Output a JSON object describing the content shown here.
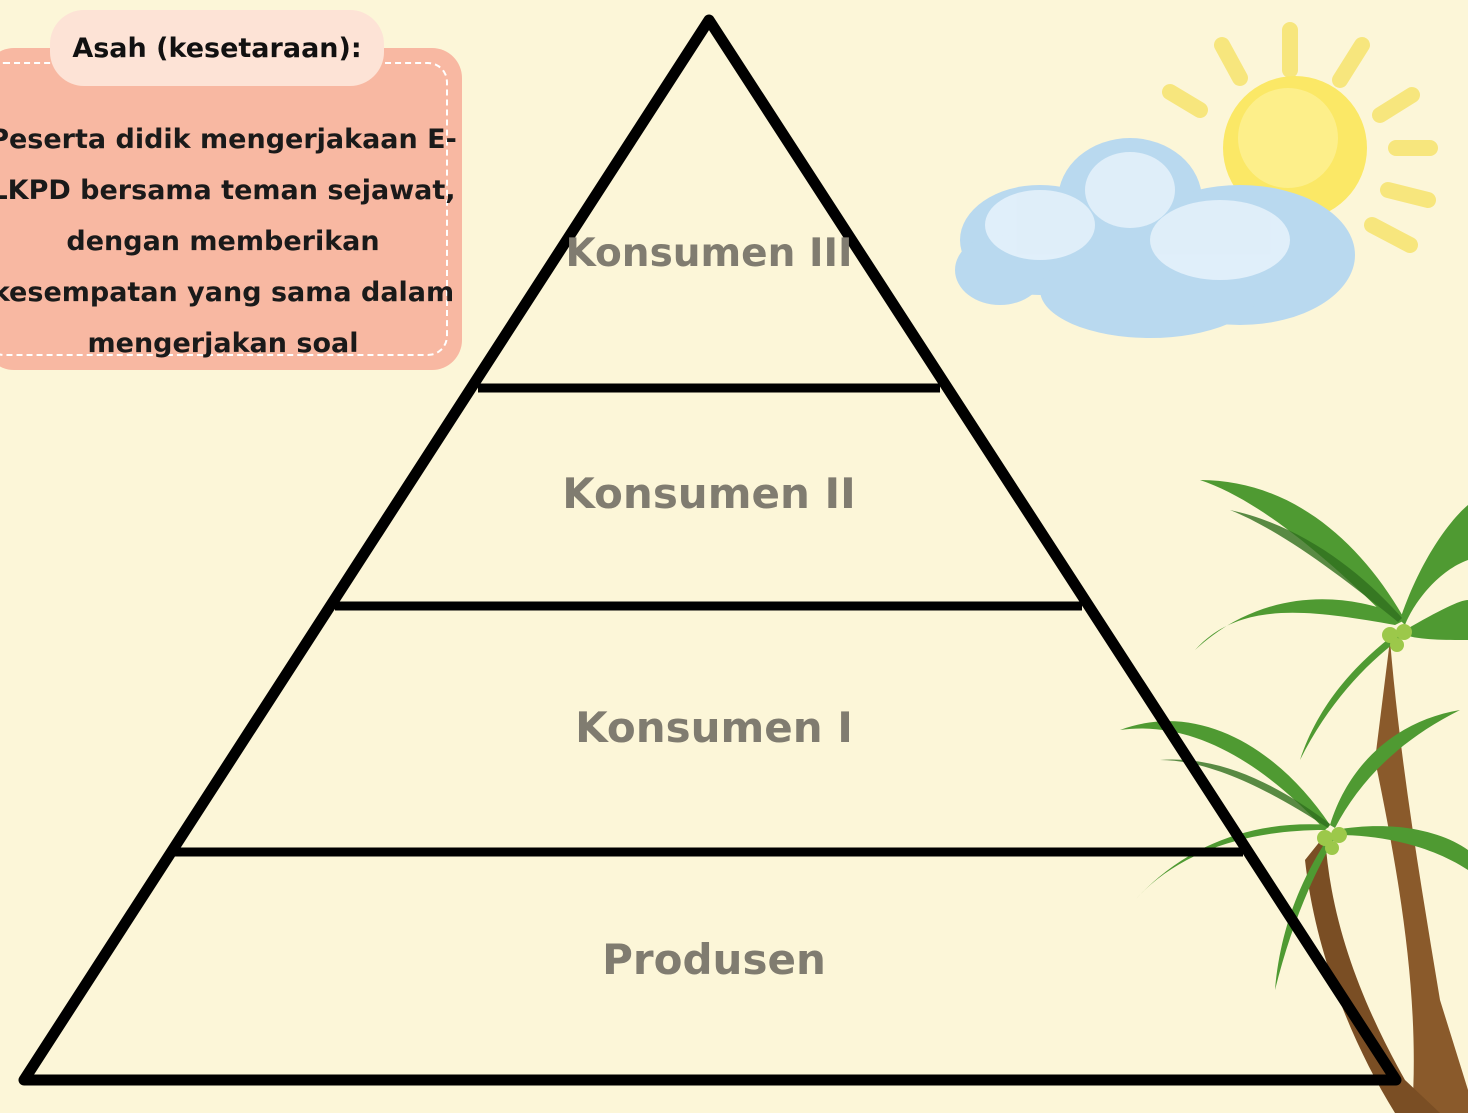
{
  "card": {
    "title": "Asah (kesetaraan):",
    "body": "Peserta didik mengerjakaan E-LKPD bersama teman sejawat, dengan memberikan kesempatan yang sama dalam mengerjakan soal"
  },
  "pyramid": {
    "levels": [
      "Konsumen III",
      "Konsumen II",
      "Konsumen I",
      "Produsen"
    ]
  },
  "decorations": [
    "sun-icon",
    "cloud-icon",
    "palm-tree-icon"
  ],
  "colors": {
    "background": "#fcf6d8",
    "card": "#f8b8a2",
    "card_tab": "#fde3d6",
    "label": "#807c70",
    "outline": "#000000"
  }
}
